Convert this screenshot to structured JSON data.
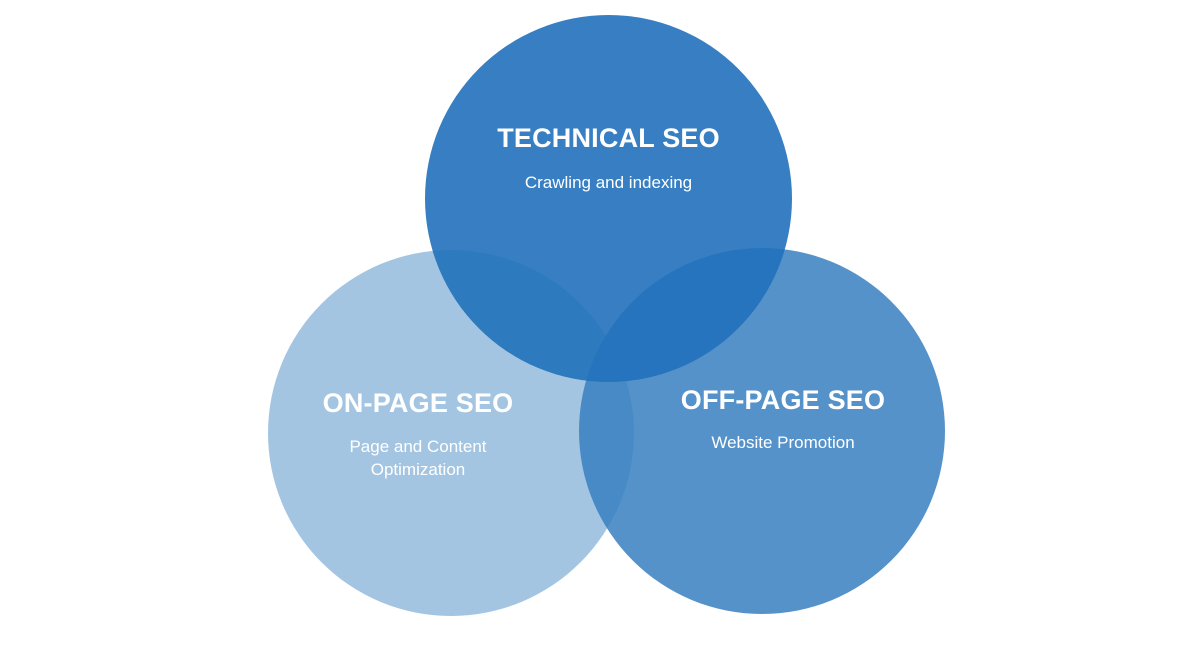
{
  "diagram": {
    "circles": [
      {
        "id": "technical",
        "title": "TECHNICAL SEO",
        "description": "Crawling and indexing",
        "color": "#2171bb"
      },
      {
        "id": "on_page",
        "title": "ON-PAGE SEO",
        "description_lines": [
          "Page and Content",
          "Optimization"
        ],
        "color": "#8bb5da"
      },
      {
        "id": "off_page",
        "title": "OFF-PAGE SEO",
        "description": "Website Promotion",
        "color": "#3980c1"
      }
    ]
  }
}
